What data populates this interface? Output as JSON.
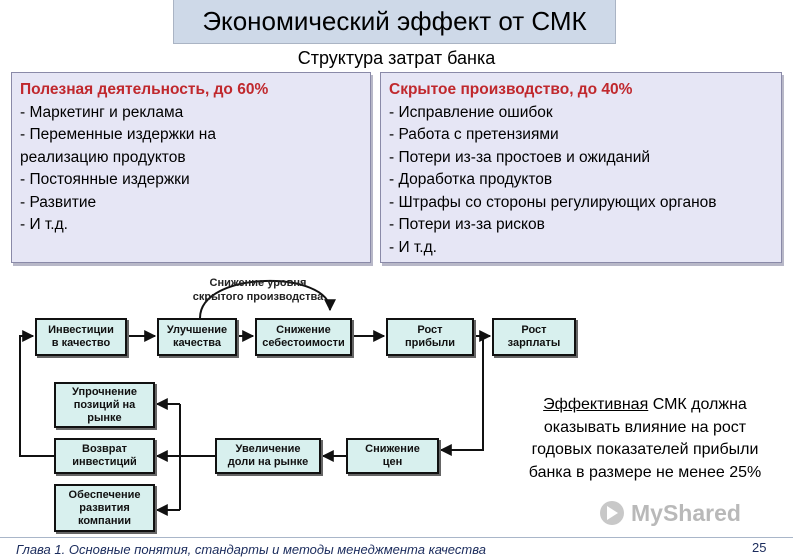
{
  "header": {
    "title": "Экономический эффект от СМК",
    "subtitle": "Структура затрат банка"
  },
  "left_panel": {
    "heading": "Полезная деятельность, до 60%",
    "items": [
      "- Маркетинг и реклама",
      "- Переменные издержки на",
      "реализацию продуктов",
      "- Постоянные издержки",
      "- Развитие",
      "- И т.д."
    ]
  },
  "right_panel": {
    "heading": "Скрытое производство, до 40%",
    "items": [
      "- Исправление ошибок",
      "- Работа с претензиями",
      "- Потери из-за простоев и ожиданий",
      "- Доработка продуктов",
      "- Штрафы со стороны регулирующих органов",
      "- Потери из-за рисков",
      "- И т.д."
    ]
  },
  "flow": {
    "loop_label": [
      "Снижение уровня",
      "скрытого производства"
    ],
    "boxes": {
      "investments": [
        "Инвестиции",
        "в качество"
      ],
      "quality": [
        "Улучшение",
        "качества"
      ],
      "cost": [
        "Снижение",
        "себестоимости"
      ],
      "profit": [
        "Рост",
        "прибыли"
      ],
      "salary": [
        "Рост",
        "зарплаты"
      ],
      "prices": [
        "Снижение",
        "цен"
      ],
      "market_share": [
        "Увеличение",
        "доли на рынке"
      ],
      "positions": [
        "Упрочнение",
        "позиций на",
        "рынке"
      ],
      "return": [
        "Возврат",
        "инвестиций"
      ],
      "development": [
        "Обеспечение",
        "развития",
        "компании"
      ]
    }
  },
  "note": {
    "underlined": "Эффективная",
    "rest_first_line": " СМК должна",
    "lines": [
      "оказывать влияние на рост",
      "годовых показателей прибыли",
      "банка в размере не менее 25%"
    ]
  },
  "footer": {
    "text": "Глава 1. Основные понятия, стандарты и методы менеджмента качества",
    "page": "25",
    "logo": "MyShared"
  },
  "colors": {
    "title_bg": "#ced9e8",
    "panel_bg": "#e6e6f5",
    "heading_red": "#c0282d",
    "box_fill": "#d8f0ee"
  }
}
